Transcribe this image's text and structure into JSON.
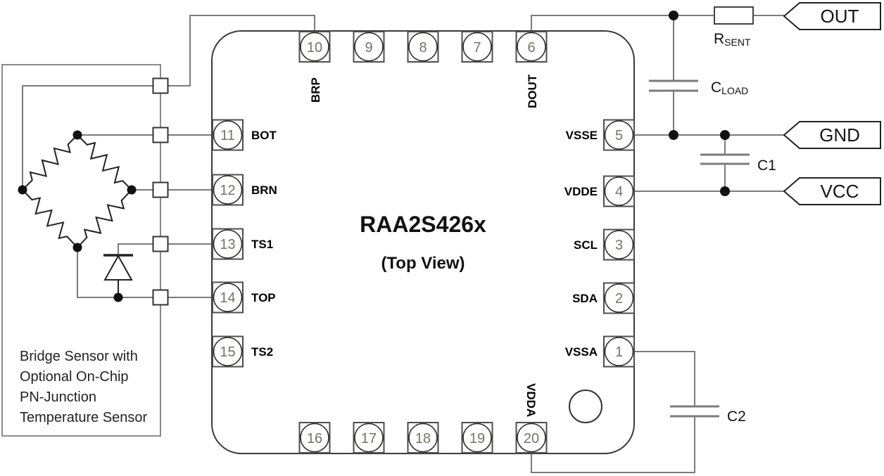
{
  "diagram_title": {
    "chip_name": "RAA2S426x",
    "view_label": "(Top View)"
  },
  "pins": {
    "top": [
      {
        "num": "10",
        "name": "BRP"
      },
      {
        "num": "9",
        "name": ""
      },
      {
        "num": "8",
        "name": ""
      },
      {
        "num": "7",
        "name": ""
      },
      {
        "num": "6",
        "name": "DOUT"
      }
    ],
    "left": [
      {
        "num": "11",
        "name": "BOT"
      },
      {
        "num": "12",
        "name": "BRN"
      },
      {
        "num": "13",
        "name": "TS1"
      },
      {
        "num": "14",
        "name": "TOP"
      },
      {
        "num": "15",
        "name": "TS2"
      }
    ],
    "right": [
      {
        "num": "5",
        "name": "VSSE"
      },
      {
        "num": "4",
        "name": "VDDE"
      },
      {
        "num": "3",
        "name": "SCL"
      },
      {
        "num": "2",
        "name": "SDA"
      },
      {
        "num": "1",
        "name": "VSSA"
      }
    ],
    "bottom": [
      {
        "num": "16",
        "name": ""
      },
      {
        "num": "17",
        "name": ""
      },
      {
        "num": "18",
        "name": ""
      },
      {
        "num": "19",
        "name": ""
      },
      {
        "num": "20",
        "name": "VDDA"
      }
    ]
  },
  "components": {
    "r_sent": {
      "symbol": "R",
      "subscript": "SENT"
    },
    "c_load": {
      "symbol": "C",
      "subscript": "LOAD"
    },
    "c1": {
      "label": "C1"
    },
    "c2": {
      "label": "C2"
    }
  },
  "connectors": {
    "out": "OUT",
    "gnd": "GND",
    "vcc": "VCC"
  },
  "sensor_note": {
    "line1": "Bridge Sensor with",
    "line2": "Optional On-Chip",
    "line3": "PN-Junction",
    "line4": "Temperature Sensor"
  },
  "colors": {
    "wire_gray": "#7b7b7b",
    "component_black": "#222222",
    "chip_outline": "#3a3a3a",
    "pin_number_gray": "#73736a"
  }
}
